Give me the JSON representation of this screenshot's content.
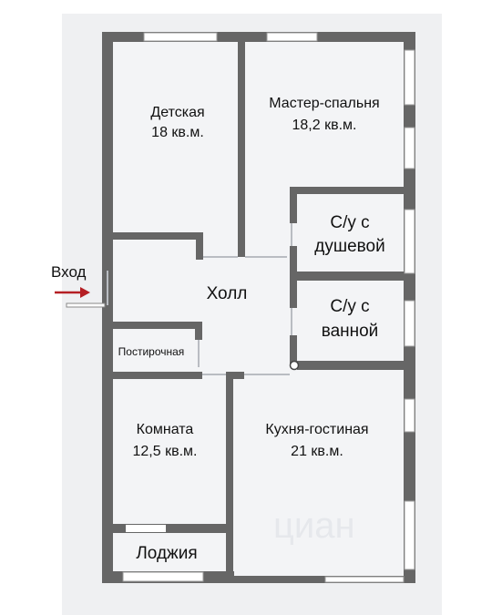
{
  "plan": {
    "colors": {
      "background": "#eff0f2",
      "floor": "#f3f4f6",
      "wall": "#666666",
      "window": "#ffffff",
      "entrance_arrow": "#b51f24"
    },
    "entrance_label": "Вход",
    "rooms": {
      "detskaya": {
        "name": "Детская",
        "area": "18 кв.м."
      },
      "master": {
        "name": "Мастер-спальня",
        "area": "18,2 кв.м."
      },
      "bath_shower": {
        "line1": "С/у с",
        "line2": "душевой"
      },
      "bath_tub": {
        "line1": "С/у с",
        "line2": "ванной"
      },
      "hall": {
        "name": "Холл"
      },
      "laundry": {
        "name": "Постирочная"
      },
      "komnata": {
        "name": "Комната",
        "area": "12,5 кв.м."
      },
      "kitchen": {
        "name": "Кухня-гостиная",
        "area": "21 кв.м."
      },
      "loggia": {
        "name": "Лоджия"
      }
    },
    "watermark": "циан"
  }
}
